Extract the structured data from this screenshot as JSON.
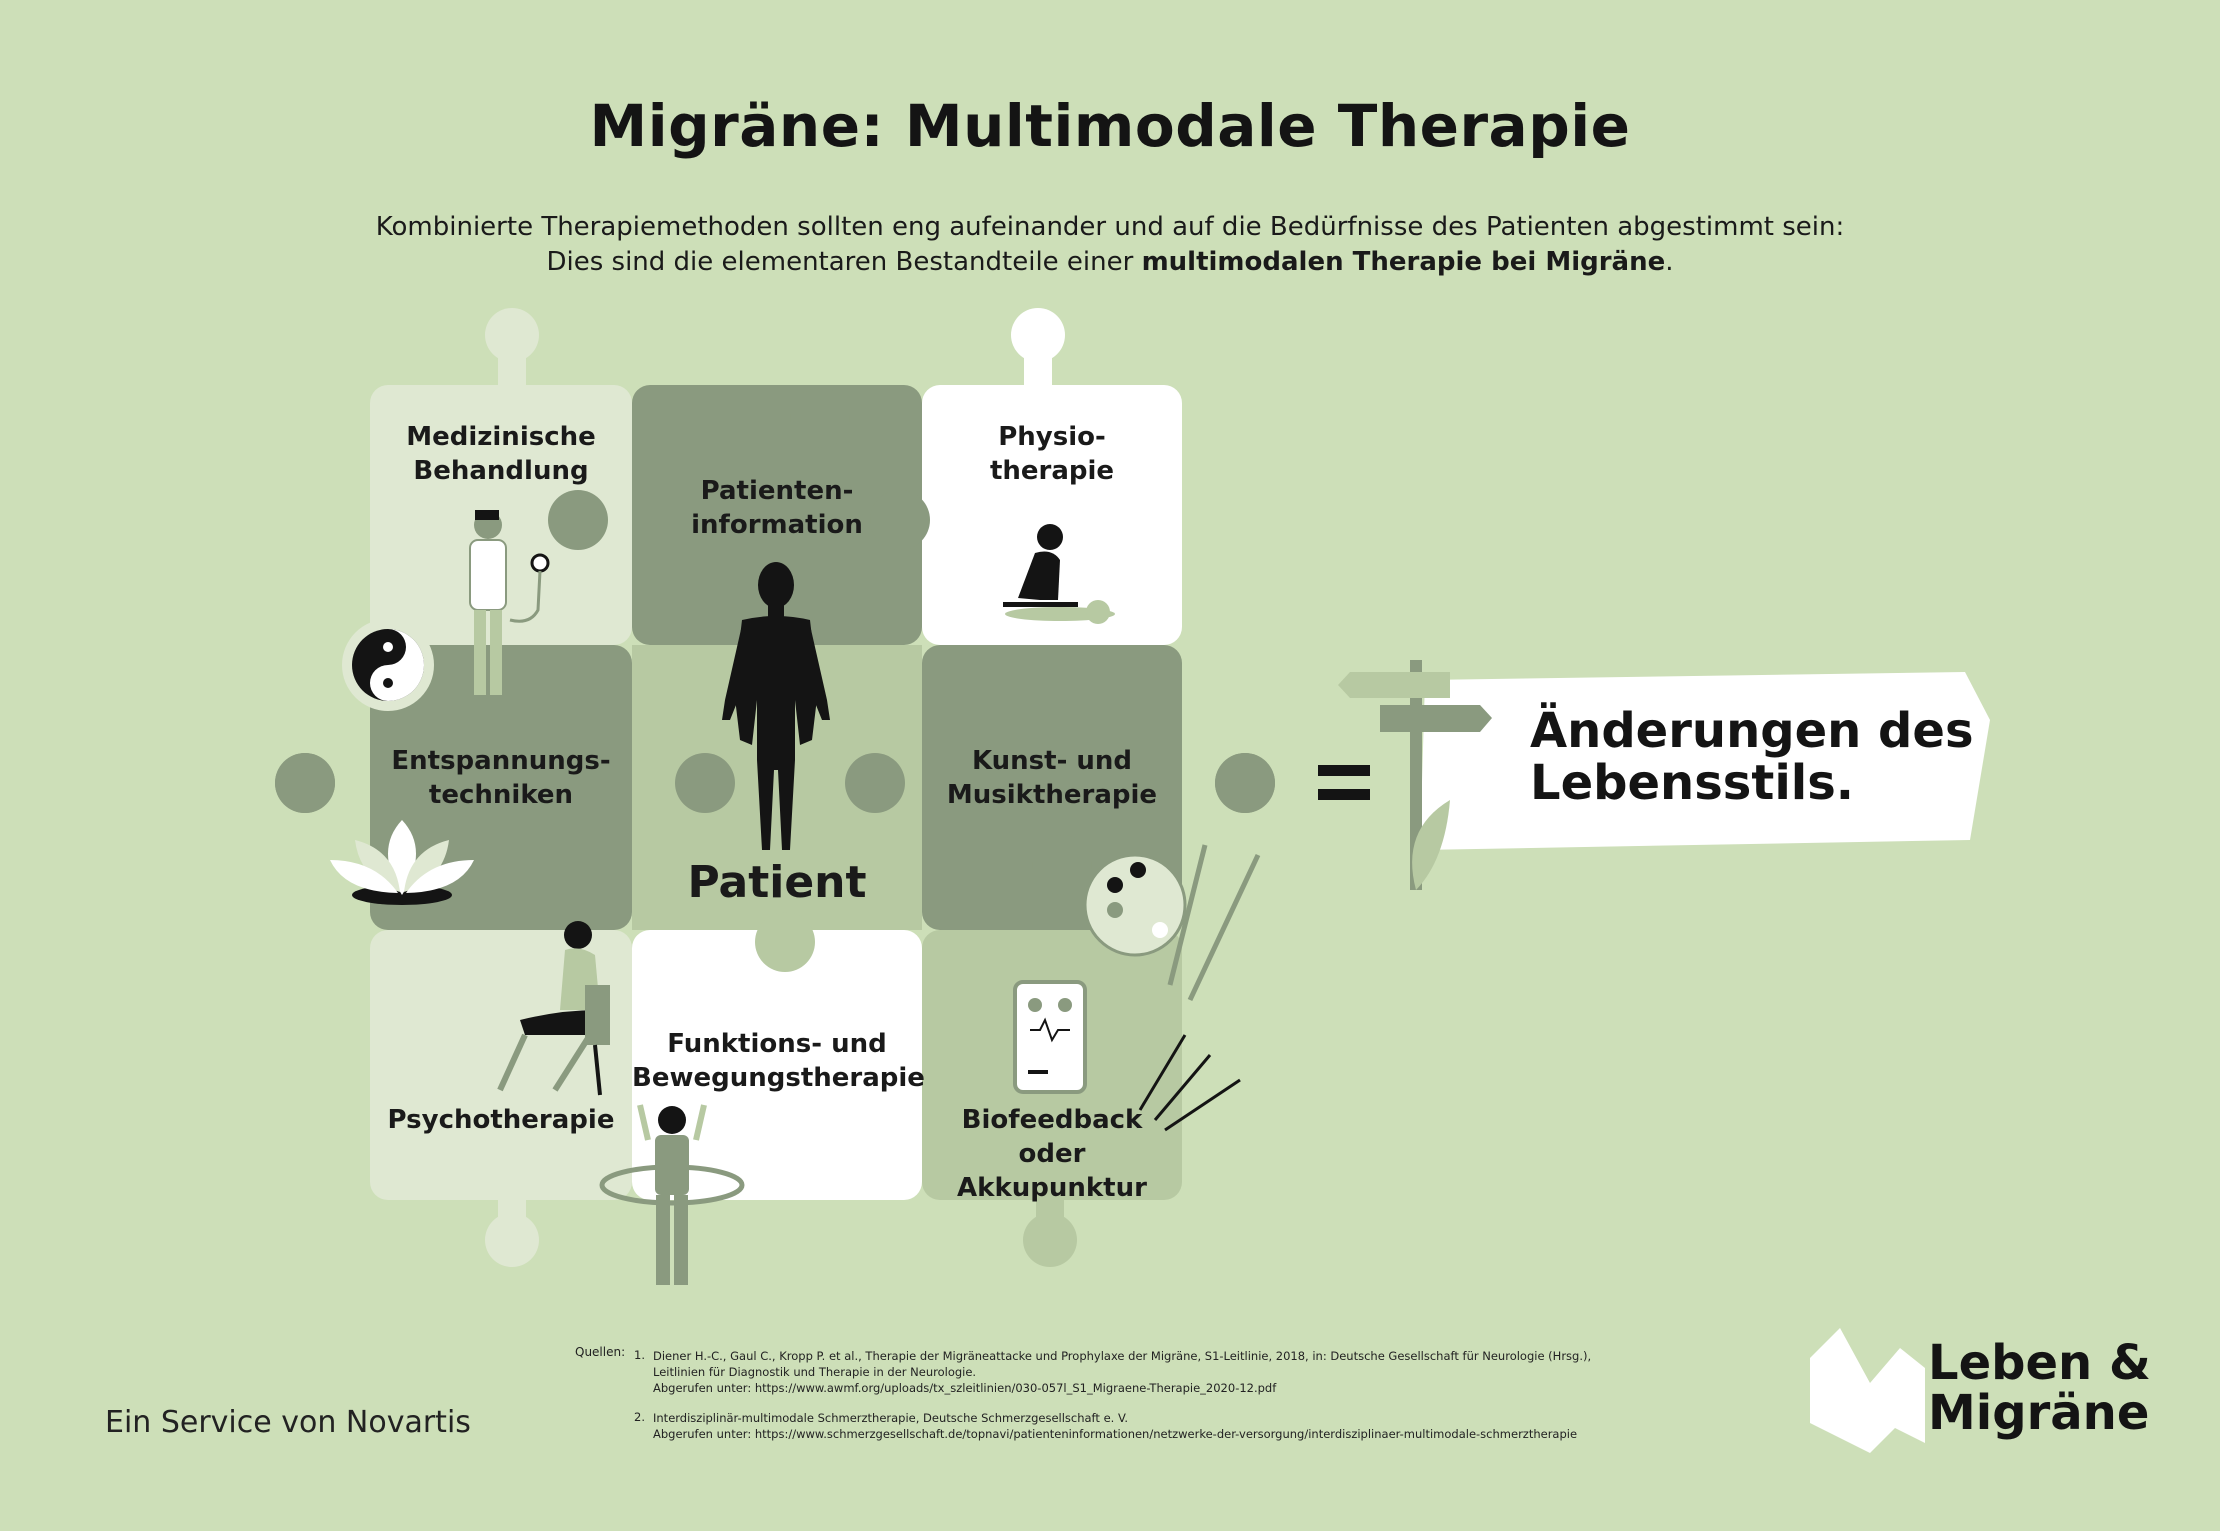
{
  "title": "Migräne: Multimodale Therapie",
  "intro": {
    "line1": "Kombinierte Therapiemethoden sollten eng aufeinander und auf die Bedürfnisse des Patienten abgestimmt sein:",
    "line2_prefix": "Dies sind die elementaren Bestandteile einer ",
    "line2_bold": "multimodalen Therapie bei Migräne",
    "line2_suffix": "."
  },
  "pieces": {
    "medical": "Medizinische\nBehandlung",
    "patient_info": "Patienten-\ninformation",
    "physio": "Physio-\ntherapie",
    "relaxation": "Entspannungs-\ntechniken",
    "patient": "Patient",
    "art_music": "Kunst- und\nMusiktherapie",
    "psycho": "Psychotherapie",
    "function": "Funktions- und\nBewegungstherapie",
    "biofeedback": "Biofeedback\noder Akkupunktur"
  },
  "result": {
    "equals": "=",
    "text": "Änderungen des\nLebensstils."
  },
  "sources": {
    "label": "Quellen:",
    "items": [
      {
        "num": "1.",
        "line1": "Diener H.-C., Gaul C., Kropp P. et al., Therapie der Migräneattacke und Prophylaxe der Migräne, S1-Leitlinie, 2018, in: Deutsche Gesellschaft für Neurologie (Hrsg.),",
        "line2": "Leitlinien für Diagnostik und Therapie in der Neurologie.",
        "line3": "Abgerufen unter: https://www.awmf.org/uploads/tx_szleitlinien/030-057l_S1_Migraene-Therapie_2020-12.pdf"
      },
      {
        "num": "2.",
        "line1": "Interdisziplinär-multimodale Schmerztherapie, Deutsche Schmerzgesellschaft e. V.",
        "line2": "Abgerufen unter: https://www.schmerzgesellschaft.de/topnavi/patienteninformationen/netzwerke-der-versorgung/interdisziplinaer-multimodale-schmerztherapie"
      }
    ]
  },
  "footer": {
    "service": "Ein Service von Novartis",
    "logo_text": "Leben &\nMigräne"
  },
  "colors": {
    "background": "#cddfb8",
    "piece_light": "#dfe8d2",
    "piece_mid": "#b7c9a2",
    "piece_dark": "#8a9a7f",
    "piece_white": "#ffffff"
  }
}
